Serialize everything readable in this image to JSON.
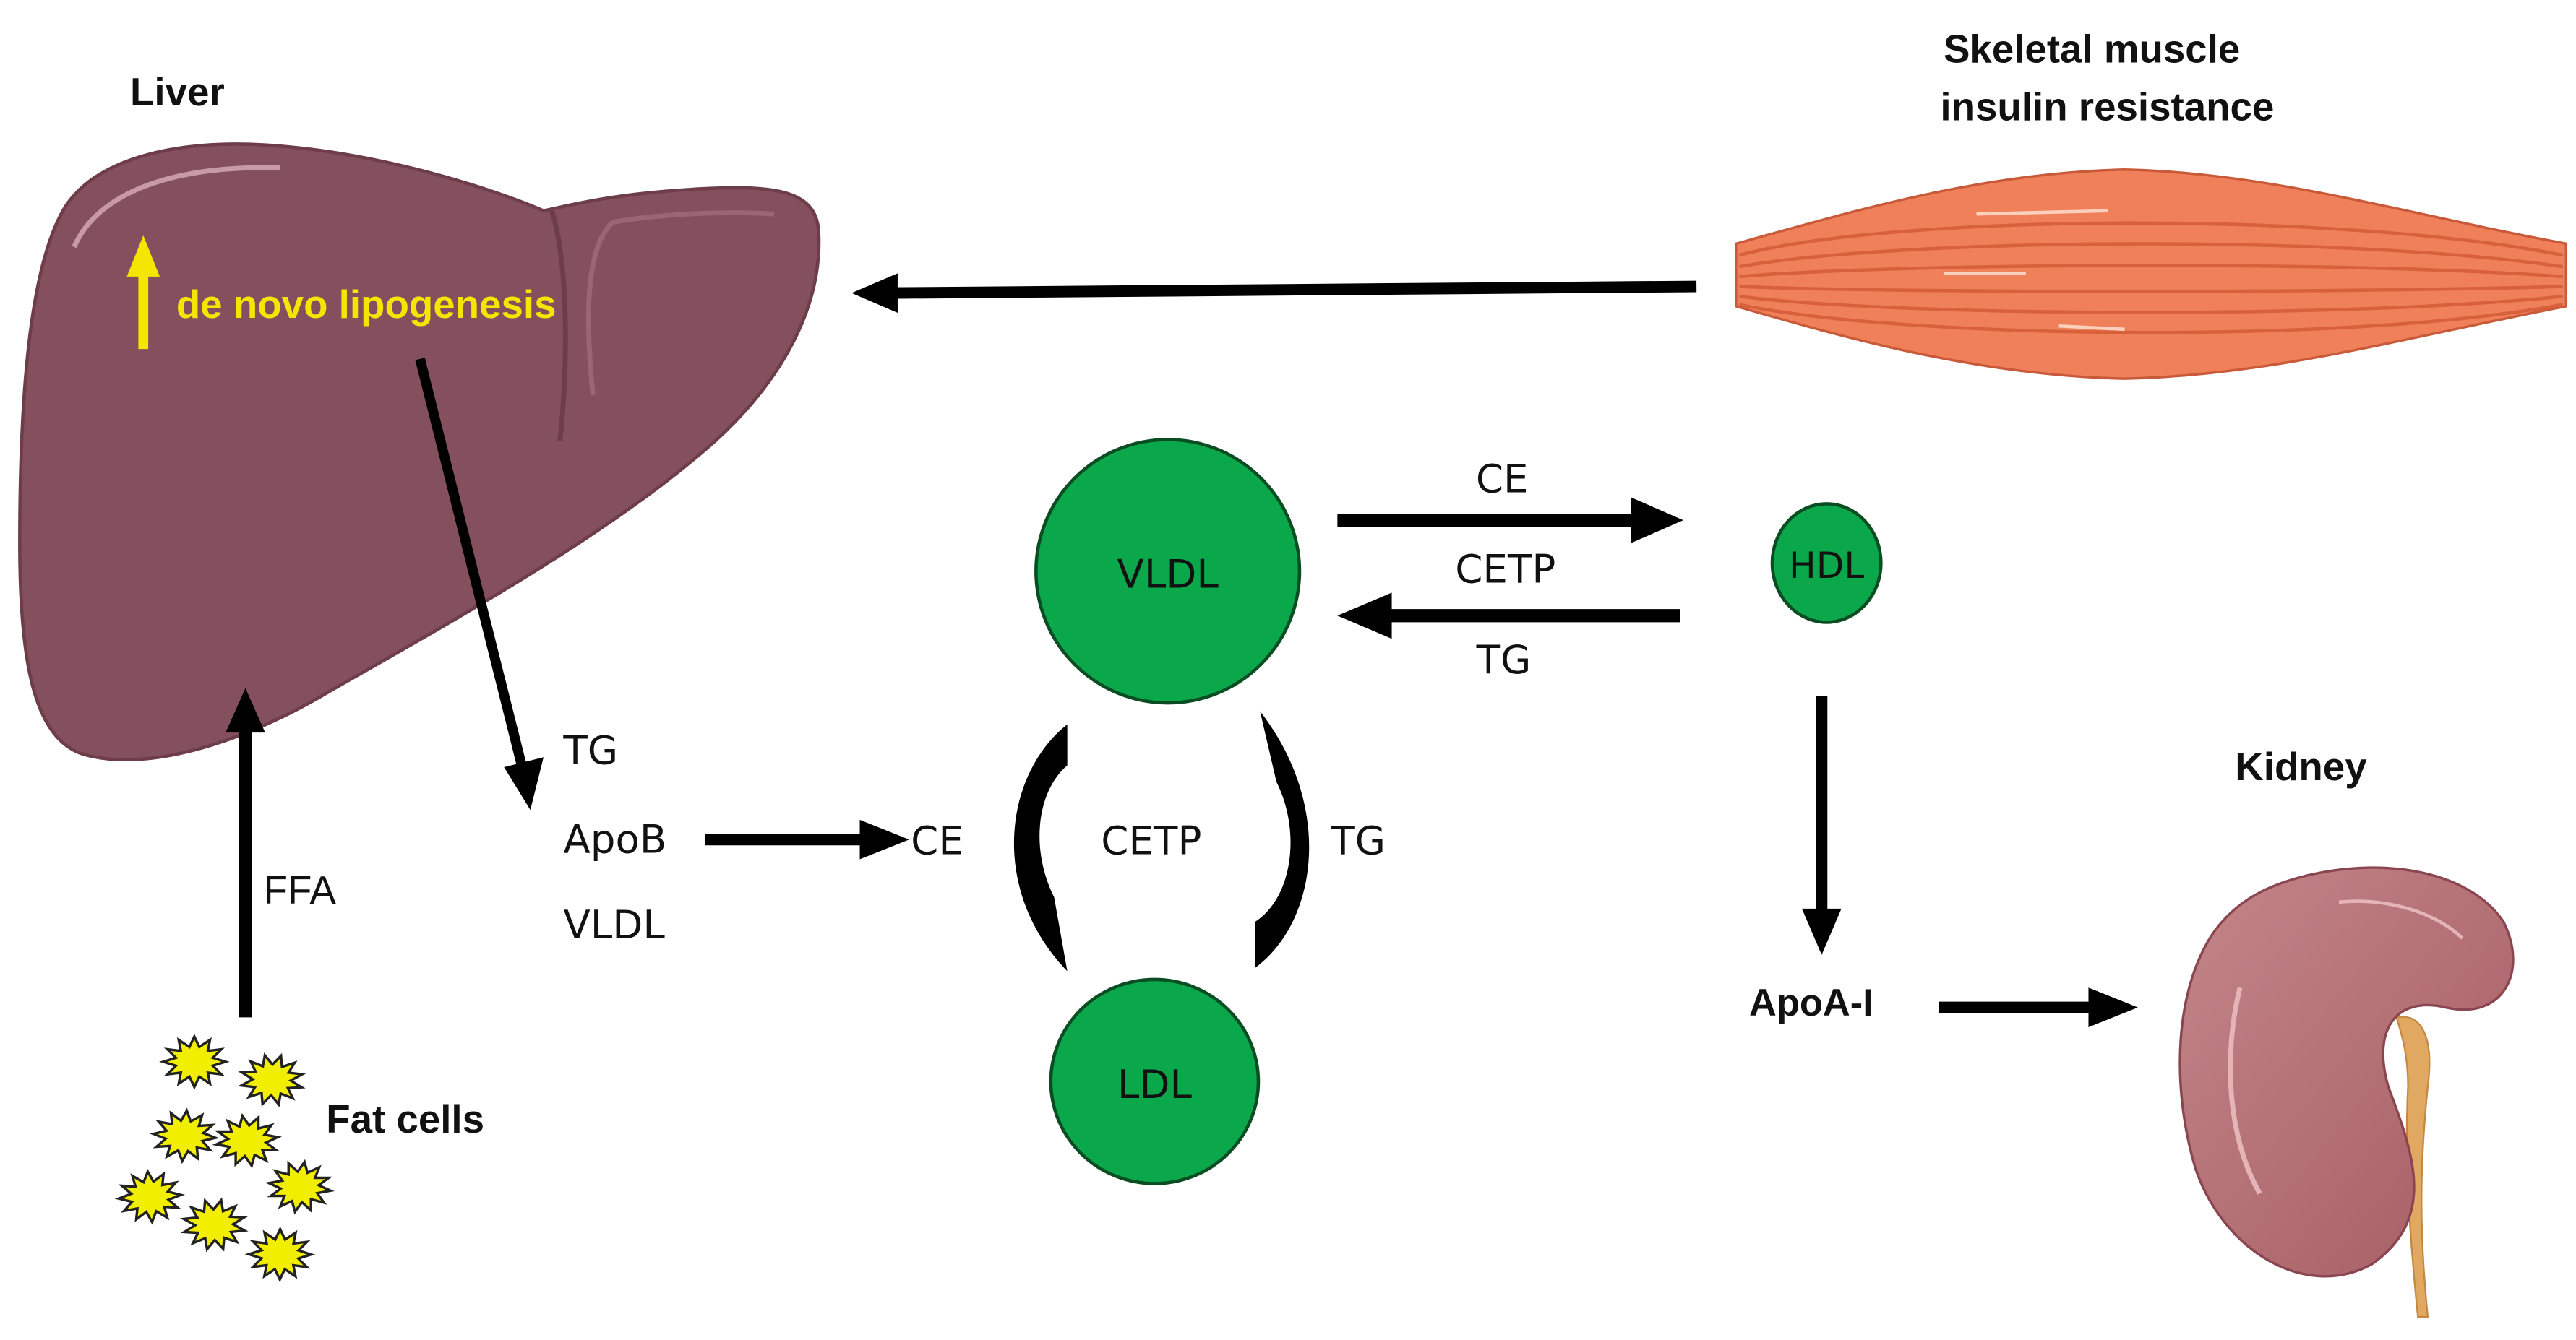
{
  "colors": {
    "liver": "#84505e",
    "liver_dark": "#6e3d4a",
    "muscle": "#f0805a",
    "kidney": "#b46e70",
    "ureter": "#e0a860",
    "lipoprotein": "#0aa84a",
    "fat_cell": "#f2ee00",
    "highlight_text": "#f5e600",
    "arrow": "#000000"
  },
  "organs": {
    "liver": {
      "label": "Liver",
      "annotation": "de novo lipogenesis",
      "annotation_icon": "up-arrow-icon"
    },
    "muscle": {
      "label_line1": "Skeletal muscle",
      "label_line2": "insulin resistance"
    },
    "kidney": {
      "label": "Kidney"
    },
    "fat": {
      "label": "Fat cells",
      "cell_count": 8
    }
  },
  "lipoproteins": {
    "vldl": "VLDL",
    "hdl": "HDL",
    "ldl": "LDL"
  },
  "flows": {
    "ffa": "FFA",
    "liver_output": [
      "TG",
      "ApoB",
      "VLDL"
    ],
    "apob_target": "CE",
    "vldl_hdl_top": "CE",
    "vldl_hdl_mid": "CETP",
    "vldl_hdl_bottom": "TG",
    "vldl_ldl_center": "CETP",
    "vldl_ldl_right": "TG",
    "apoa": "ApoA-I"
  }
}
